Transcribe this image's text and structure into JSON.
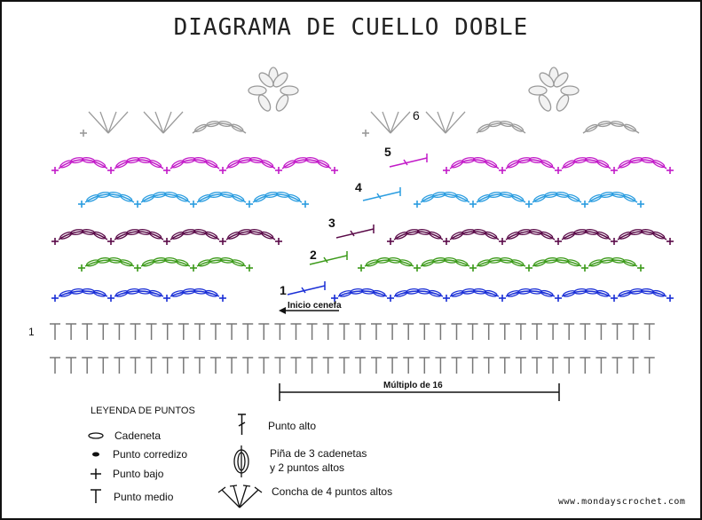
{
  "title": "DIAGRAMA DE CUELLO DOBLE",
  "rows": {
    "row1_label": "1",
    "round1": "1",
    "round2": "2",
    "round3": "3",
    "round4": "4",
    "round5": "5",
    "round6": "6"
  },
  "start_label": "Inicio cenefa",
  "multiple_label": "Múltiplo de 16",
  "legend": {
    "heading": "LEYENDA DE PUNTOS",
    "items": [
      {
        "label": "Cadeneta",
        "icon": "chain-oval-icon"
      },
      {
        "label": "Punto corredizo",
        "icon": "slip-stitch-icon"
      },
      {
        "label": "Punto bajo",
        "icon": "single-crochet-icon"
      },
      {
        "label": "Punto medio",
        "icon": "half-double-icon"
      },
      {
        "label": "Punto alto",
        "icon": "double-crochet-icon"
      },
      {
        "label": "Piña de 3 cadenetas",
        "label2": "y 2 puntos altos",
        "icon": "pineapple-icon"
      },
      {
        "label": "Concha de 4 puntos altos",
        "icon": "shell-icon"
      }
    ]
  },
  "watermark": "www.mondayscrochet.com",
  "colors": {
    "round1": "#1a2fd6",
    "round2": "#3c9a1a",
    "round3": "#5a0a48",
    "round4": "#2b9de0",
    "round5": "#c21ac8",
    "round6": "#9a9a9a",
    "base": "#777777",
    "text": "#111111"
  }
}
